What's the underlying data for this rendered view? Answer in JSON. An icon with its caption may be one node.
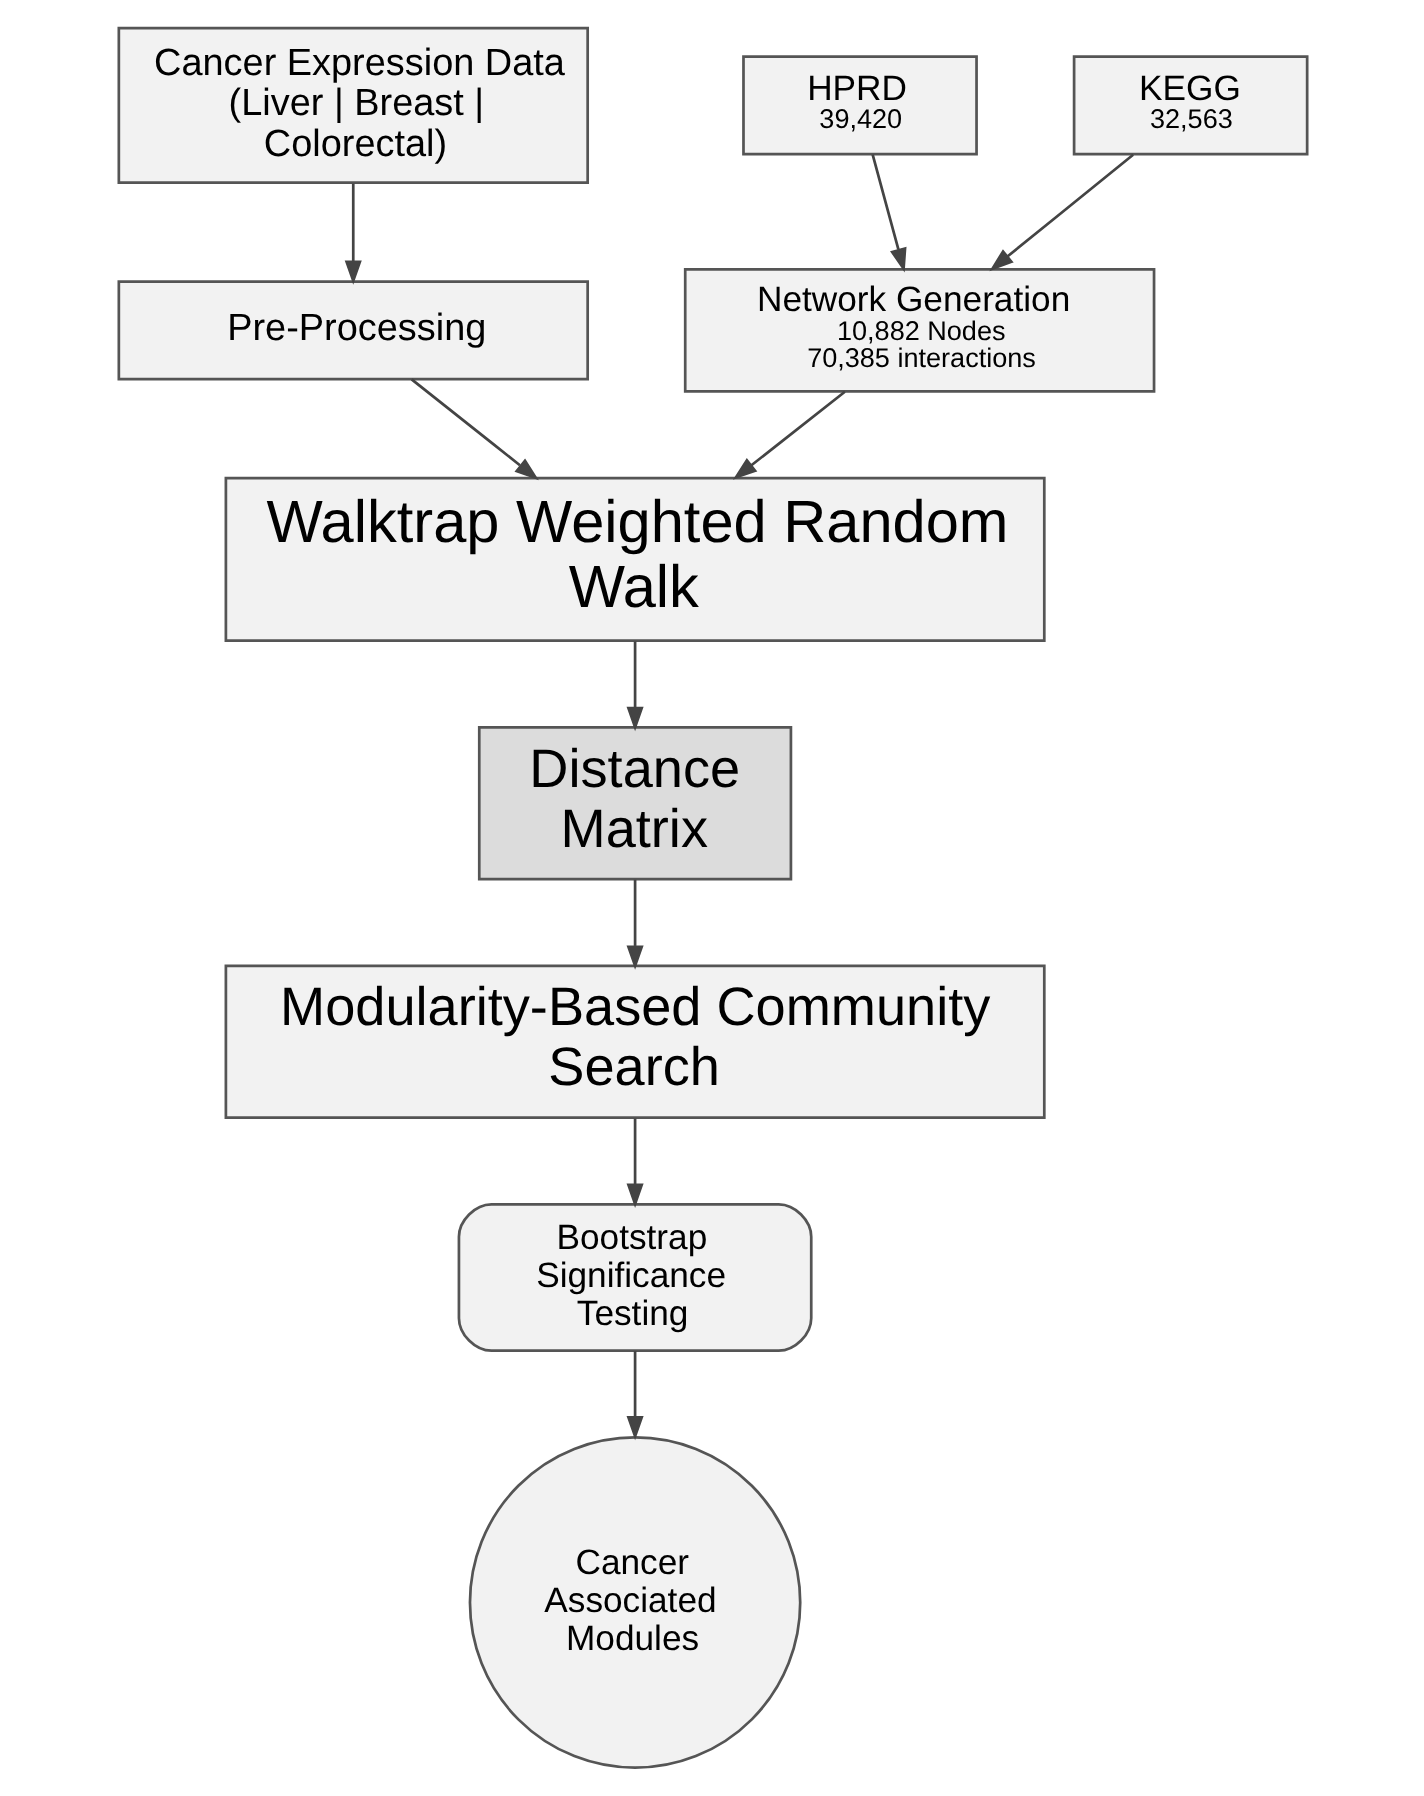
{
  "diagram": {
    "nodes": [
      {
        "text": [
          "Cancer Expression Data (Liver | Breast | Colorectal)"
        ]
      },
      {
        "text": [
          "HPRD",
          "39,420"
        ]
      },
      {
        "text": [
          "KEGG",
          "32,563"
        ]
      },
      {
        "text": [
          "Pre-Processing"
        ]
      },
      {
        "text": [
          "Network Generation",
          "10,882 Nodes",
          "70,385 interactions"
        ]
      },
      {
        "text": [
          "Walktrap Weighted Random Walk"
        ]
      },
      {
        "text": [
          "Distance Matrix"
        ]
      },
      {
        "text": [
          "Modularity-Based Community Search"
        ]
      },
      {
        "text": [
          "Bootstrap Significance Testing"
        ]
      },
      {
        "text": [
          "Cancer Associated Modules"
        ]
      }
    ],
    "edges": [
      {
        "from": 0,
        "to": 3,
        "arrow": "to"
      },
      {
        "from": 1,
        "to": 4,
        "arrow": "to"
      },
      {
        "from": 2,
        "to": 4,
        "arrow": "to"
      },
      {
        "from": 3,
        "to": 5,
        "arrow": "to"
      },
      {
        "from": 4,
        "to": 5,
        "arrow": "to"
      },
      {
        "from": 5,
        "to": 6,
        "arrow": "to"
      },
      {
        "from": 6,
        "to": 7,
        "arrow": "to"
      },
      {
        "from": 7,
        "to": 8,
        "arrow": "to"
      },
      {
        "from": 8,
        "to": 9,
        "arrow": "to"
      }
    ]
  }
}
